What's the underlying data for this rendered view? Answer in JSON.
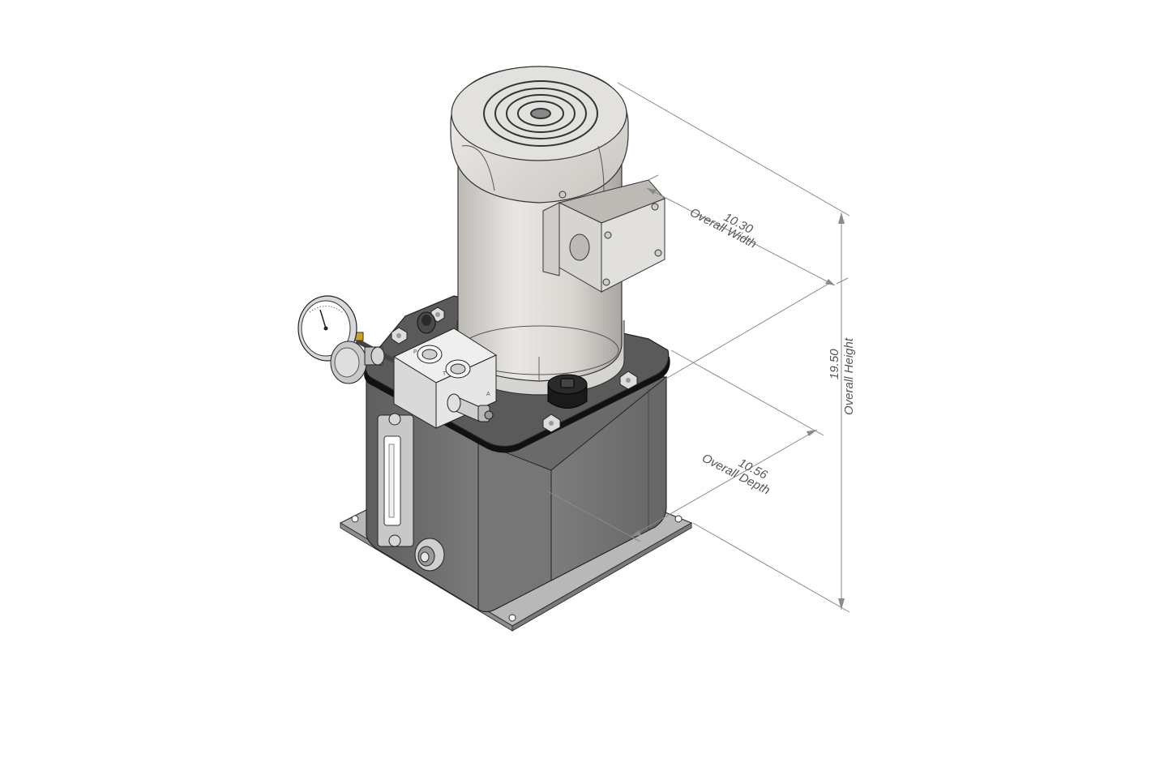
{
  "drawing": {
    "product": "hydraulic power unit (isometric view)",
    "dimensions": [
      {
        "id": "width",
        "value": "10.30",
        "label": "Overall Width"
      },
      {
        "id": "height",
        "value": "19.50",
        "label": "Overall Height"
      },
      {
        "id": "depth",
        "value": "10.56",
        "label": "Overall Depth"
      }
    ],
    "valve_port_labels": [
      "P",
      "T",
      "A"
    ],
    "colors": {
      "reservoir": "#6d6d6d",
      "motor": "#dcdad6",
      "dimension_line": "#8a8a8a",
      "dimension_text": "#555555"
    }
  }
}
